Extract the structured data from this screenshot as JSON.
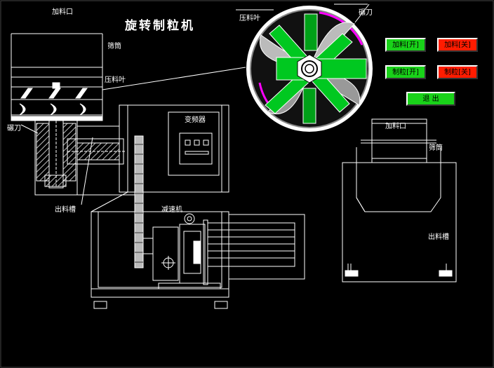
{
  "title": "旋转制粒机",
  "labels": {
    "feed_port_left": "加料口",
    "screen_left": "筛筒",
    "press_blade_left": "压料叶",
    "cutter_left": "碾刀",
    "outlet_left": "出料槽",
    "inverter": "变频器",
    "reducer": "减速机",
    "press_blade_top": "压料叶",
    "cutter_top": "碾刀",
    "feed_port_right": "加料口",
    "screen_right": "筛筒",
    "outlet_right": "出料槽"
  },
  "buttons": {
    "feed_on": "加料[开]",
    "feed_off": "加料[关]",
    "granulate_on": "制粒[开]",
    "granulate_off": "制粒[关]",
    "exit": "退 出"
  },
  "colors": {
    "on_button": "#19d219",
    "off_button": "#ff1c00",
    "blade": "#00c820",
    "arc": "#ff00ff"
  }
}
